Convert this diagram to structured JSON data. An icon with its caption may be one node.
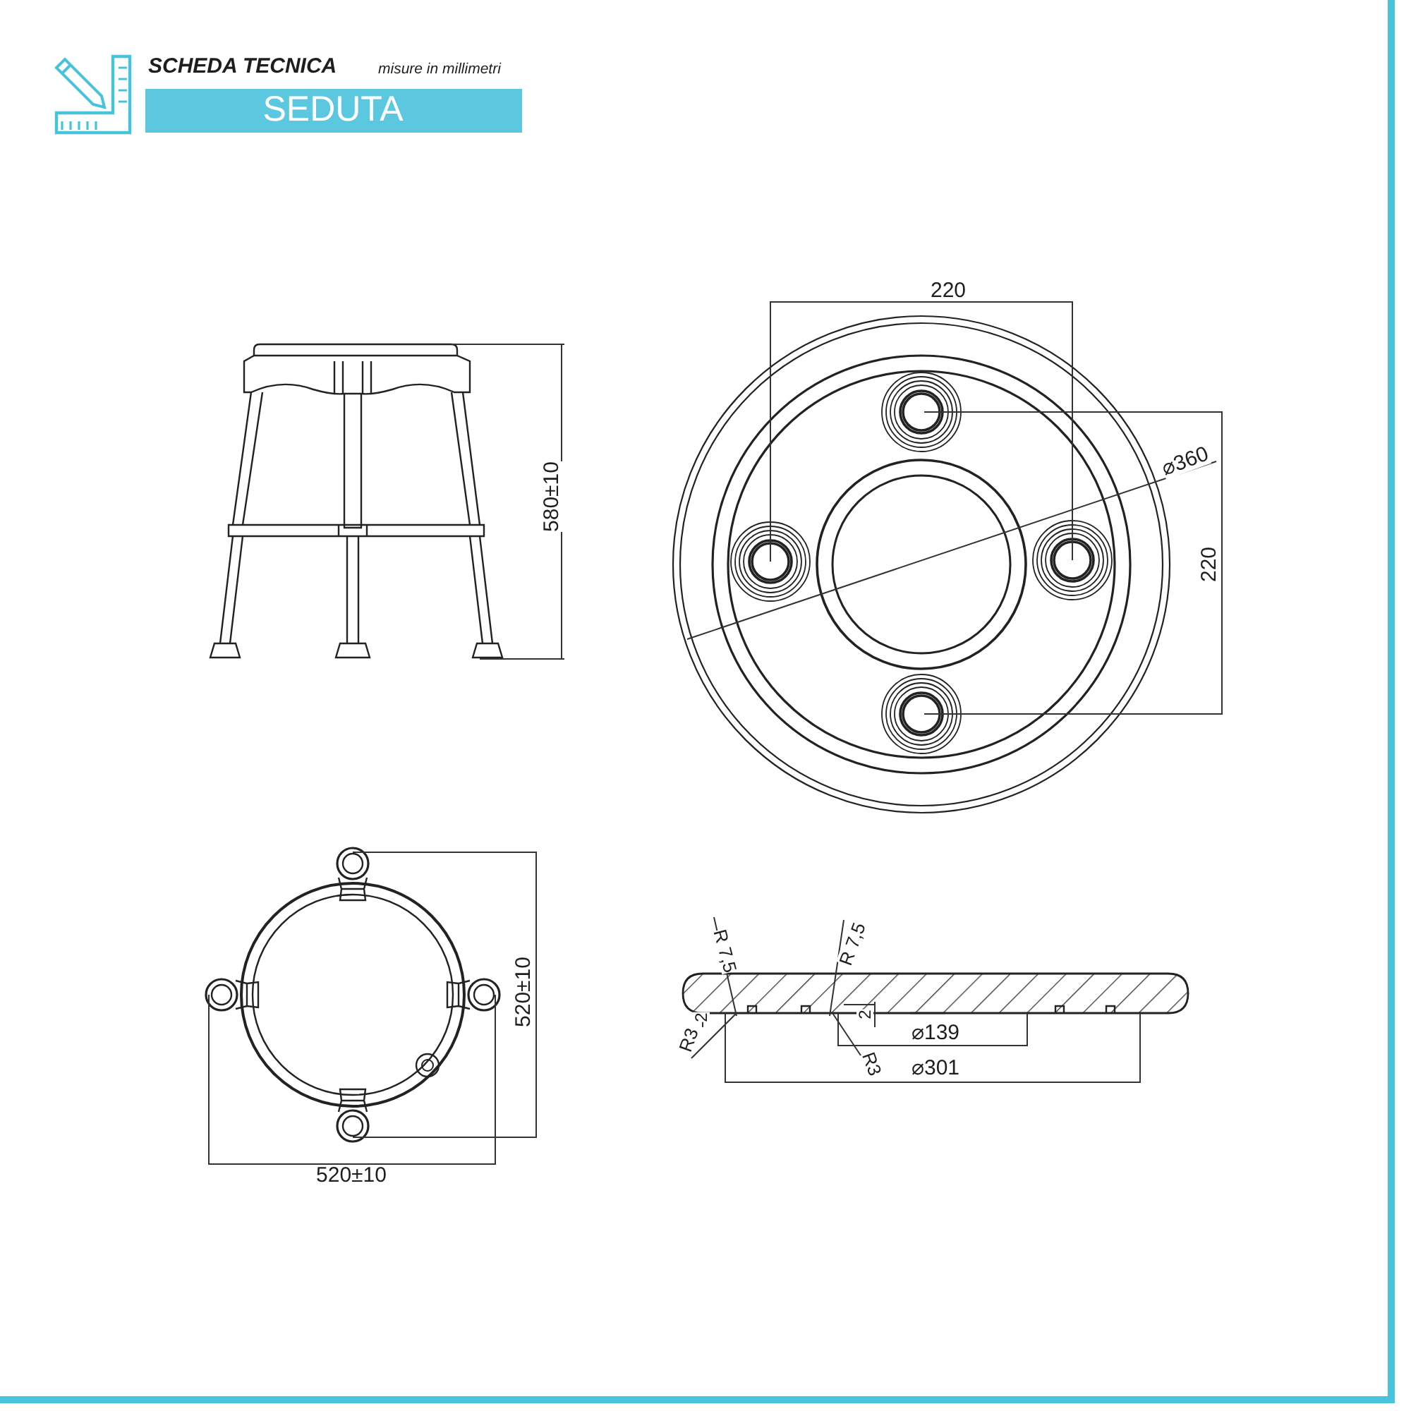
{
  "diagram": {
    "title": "SCHEDA TECNICA",
    "labels": [
      "misure in millimetri",
      "SEDUTA",
      "220",
      "580±10",
      "⌀360",
      "220",
      "R 7,5",
      "R 7,5",
      "520±10",
      "R3",
      "2",
      "2",
      "⌀139",
      "R3",
      "⌀301",
      "520±10"
    ]
  }
}
